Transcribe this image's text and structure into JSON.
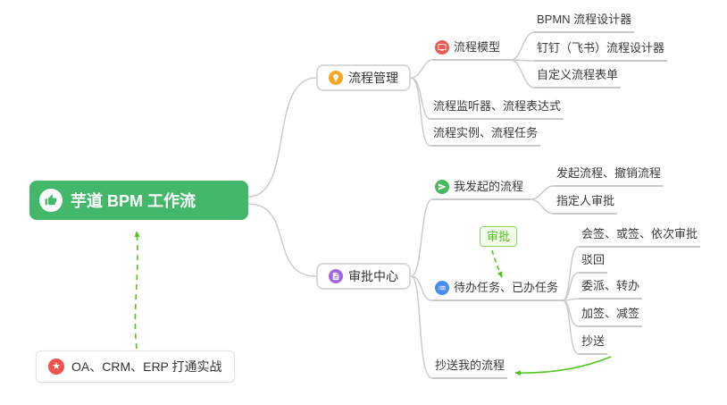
{
  "root": {
    "label": "芋道 BPM 工作流",
    "icon": "thumbs-up"
  },
  "note": {
    "label": "OA、CRM、ERP 打通实战",
    "icon": "star"
  },
  "badge": {
    "label": "审批"
  },
  "branches": [
    {
      "label": "流程管理",
      "icon": "lightbulb",
      "children": [
        {
          "label": "流程模型",
          "icon": "monitor",
          "children": [
            "BPMN 流程设计器",
            "钉钉（飞书）流程设计器",
            "自定义流程表单"
          ]
        },
        {
          "label": "流程监听器、流程表达式"
        },
        {
          "label": "流程实例、流程任务"
        }
      ]
    },
    {
      "label": "审批中心",
      "icon": "document",
      "children": [
        {
          "label": "我发起的流程",
          "icon": "send",
          "children": [
            "发起流程、撤销流程",
            "指定人审批"
          ]
        },
        {
          "label": "待办任务、已办任务",
          "icon": "tasks",
          "children": [
            "会签、或签、依次审批",
            "驳回",
            "委派、转办",
            "加签、减签",
            "抄送"
          ]
        },
        {
          "label": "抄送我的流程"
        }
      ]
    }
  ],
  "colors": {
    "root_bg": "#44b86a",
    "accent_green": "#52c41a",
    "connector_gray": "#cccccc",
    "icon_star_red": "#ef5350",
    "icon_bulb_orange": "#f5a623",
    "icon_monitor_red": "#ec5b56",
    "icon_send_green": "#49b85f",
    "icon_tasks_blue": "#4a8df0",
    "icon_center_purple": "#a266e0",
    "badge_bg": "#f3fbec",
    "badge_border": "#8fd460"
  }
}
